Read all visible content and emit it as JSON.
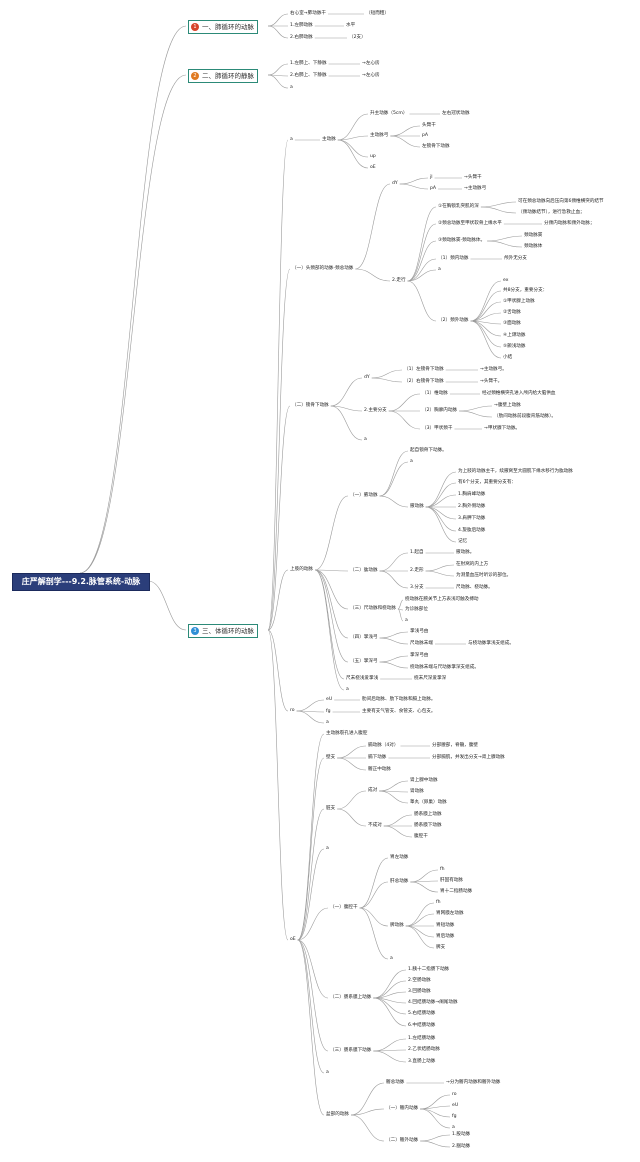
{
  "root": "庄严解剖学---9.2.脉管系统-动脉",
  "branches": [
    {
      "num": "1",
      "label": "一、肺循环的动脉",
      "color": "#d7442b"
    },
    {
      "num": "2",
      "label": "二、肺循环的静脉",
      "color": "#e07a22"
    },
    {
      "num": "3",
      "label": "三、体循环的动脉",
      "color": "#2f8fd6"
    }
  ],
  "pulm_art": [
    "右心室→肺动脉干",
    "（短而粗）",
    "1.左肺动脉",
    "水平",
    "2.右肺动脉",
    "（2支）"
  ],
  "pulm_vein": [
    "1.左肺上、下静脉",
    "→左心房",
    "2.右肺上、下静脉",
    "→左心房",
    "a"
  ],
  "aorta": [
    "a",
    "主动脉",
    "升主动脉（5cm）",
    "左右冠状动脉",
    "主动脉弓",
    "头臂干",
    "pA",
    "左锁骨下动脉",
    "up",
    "oE"
  ],
  "head_neck": [
    "（一）头颈部的动脉-颈总动脉",
    "dY",
    "jl",
    "→头臂干",
    "pA",
    "→主动脉弓",
    "2.走行",
    "①在胸锁乳突肌的深",
    "可在颈总动脉向后压向第6颈椎横突的结节",
    "（颈动脉结节），进行急救止血；",
    "②颈总动脉至甲状软骨上缘水平",
    "分颈内动脉和颈外动脉；",
    "③颈动脉窦-颈动脉体。",
    "颈动脉窦",
    "颈动脉体",
    "（1）颈内动脉",
    "颅外无分支",
    "a",
    "（2）颈外动脉",
    "ex",
    "共8分支，重要分支：",
    "①甲状腺上动脉",
    "②舌动脉",
    "③面动脉",
    "④上颌动脉",
    "⑤颞浅动脉",
    "小结"
  ],
  "subclavian": [
    "（二）锁骨下动脉",
    "dY",
    "（1）左锁骨下动脉",
    "→主动脉弓。",
    "（2）右锁骨下动脉",
    "→头臂干。",
    "2.主要分支",
    "（1）椎动脉",
    "经过颈椎横突孔进入颅内给大脑供血",
    "（2）胸廓内动脉",
    "→腹壁上动脉",
    "（肋间动脉前段腹背筋动脉）。",
    "（3）甲状颈干",
    "→甲状腺下动脉。",
    "a"
  ],
  "upper_limb": [
    "上肢的动脉",
    "起自锁骨下动脉。",
    "a",
    "（一）腋动脉",
    "为上肢的动脉主干，续腋窝至大圆肌下缘水移行为肱动脉",
    "有6个分支，其重要分支有：",
    "腋动脉",
    "1.胸肩峰动脉",
    "2.胸外侧动脉",
    "3.肩胛下动脉",
    "4.旋肱后动脉",
    "记忆",
    "（二）肱动脉",
    "1.起自",
    "腋动脉。",
    "2.走形",
    "在肘窝的内上方",
    "为测量血压时听诊的部位。",
    "3.分支",
    "尺动脉、桡动脉。",
    "（三）尺动脉和桡动脉",
    "桡动脉在腕关节上方表浅可触及搏动",
    "为诊脉部位",
    "a",
    "（四）掌浅弓",
    "掌浅弓由",
    "尺动脉末端",
    "与桡动脉掌浅支组成。",
    "（五）掌深弓",
    "掌深弓由",
    "桡动脉末端与尺动脉掌深支组成。",
    "尺末桡浅爱掌浅",
    "桡末尺深爱掌深",
    "a"
  ],
  "thorax": [
    "ro",
    "eU",
    "肋间后动脉、肋下动脉和膈上动脉。",
    "fg",
    "主要有支气管支、食管支、心包支。",
    "a"
  ],
  "abdomen": [
    "oE",
    "主动脉裂孔进入腹腔",
    "壁支",
    "膈动脉（4对）",
    "分部腰部，脊髓，腹壁",
    "膈下动脉",
    "分部膈肌，并发出分支→肾上腺动脉",
    "髂正中动脉",
    "脏支",
    "成对",
    "肾上腺中动脉",
    "肾动脉",
    "睾丸（卵巢）动脉",
    "不成对",
    "肠系膜上动脉",
    "肠系膜下动脉",
    "腹腔干",
    "a",
    "（一）腹腔干",
    "胃左动脉",
    "肝总动脉",
    "fh",
    "肝固有动脉",
    "胃十二指肠动脉",
    "脾动脉",
    "fh",
    "胃网膜左动脉",
    "胃短动脉",
    "胃后动脉",
    "脾支",
    "a",
    "（二）肠系膜上动脉",
    "1.胰十二指肠下动脉",
    "2.空肠动脉",
    "3.回肠动脉",
    "4.回结肠动脉→阑尾动脉",
    "5.右结肠动脉",
    "6.中结肠动脉",
    "（三）肠系膜下动脉",
    "1.左结肠动脉",
    "2.乙状结肠动脉",
    "3.直肠上动脉",
    "a",
    "盆部的动脉",
    "髂总动脉",
    "→分为髂内动脉和髂外动脉",
    "（一）髂内动脉",
    "ro",
    "eU",
    "fg",
    "a",
    "（二）髂外动脉",
    "1.股动脉",
    "2.腘动脉"
  ]
}
